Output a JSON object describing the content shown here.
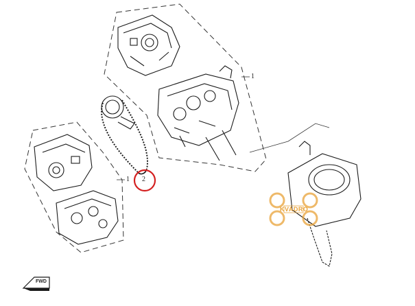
{
  "callouts": {
    "upper_group": "1",
    "lower_group": "1",
    "chain": "2"
  },
  "watermark": {
    "text": "KVADRO"
  },
  "direction_marker": {
    "text": "FWD"
  },
  "colors": {
    "line": "#1a1a1a",
    "highlight": "#d42020",
    "watermark": "#e9a238"
  }
}
